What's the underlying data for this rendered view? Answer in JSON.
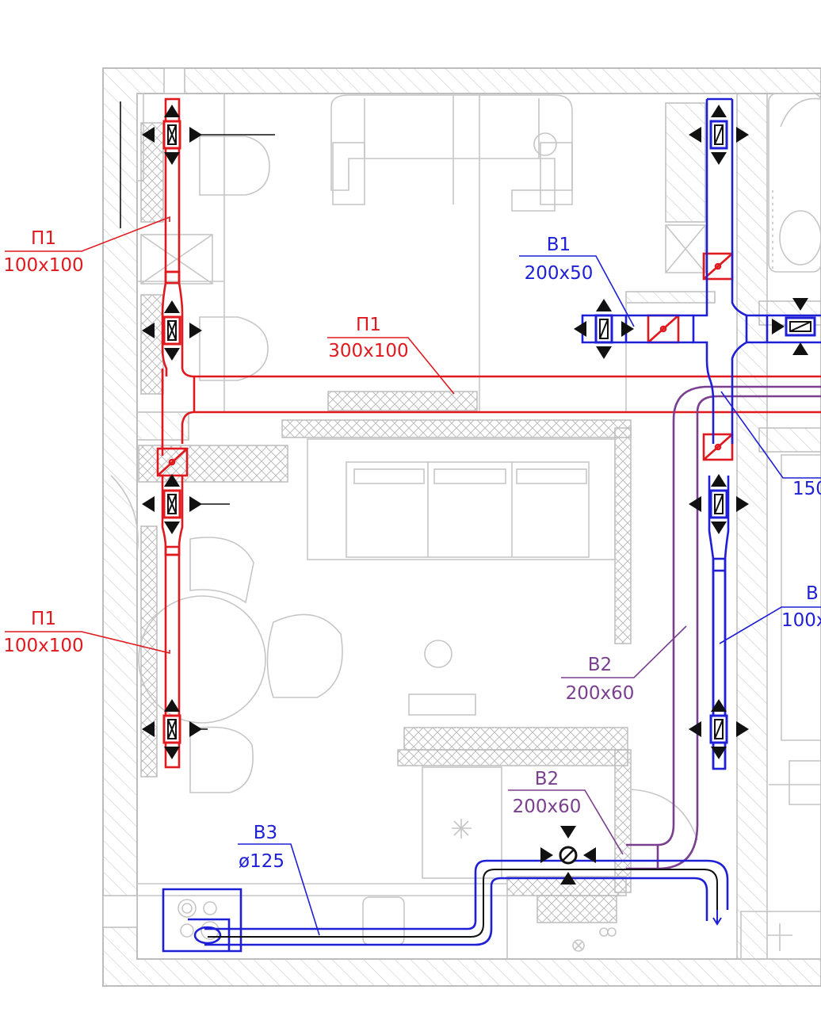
{
  "colors": {
    "supply": "#e0191e",
    "exhaust": "#1f20d6",
    "exhaust_b2": "#7b3f90",
    "architecture": "#c2c2c2",
    "hatch": "#cfcfcf",
    "black": "#111111"
  },
  "labels": {
    "p1_top": {
      "name": "П1",
      "size": "100x100"
    },
    "p1_main": {
      "name": "П1",
      "size": "300x100"
    },
    "p1_bottom": {
      "name": "П1",
      "size": "100x100"
    },
    "b1": {
      "name": "В1",
      "size": "200x50"
    },
    "b1_right": {
      "name": "",
      "size": "150"
    },
    "b_right": {
      "name": "В",
      "size": "100x"
    },
    "b2_left": {
      "name": "В2",
      "size": "200x60"
    },
    "b2_bottom": {
      "name": "В2",
      "size": "200x60"
    },
    "b3": {
      "name": "В3",
      "size": "ø125"
    }
  }
}
